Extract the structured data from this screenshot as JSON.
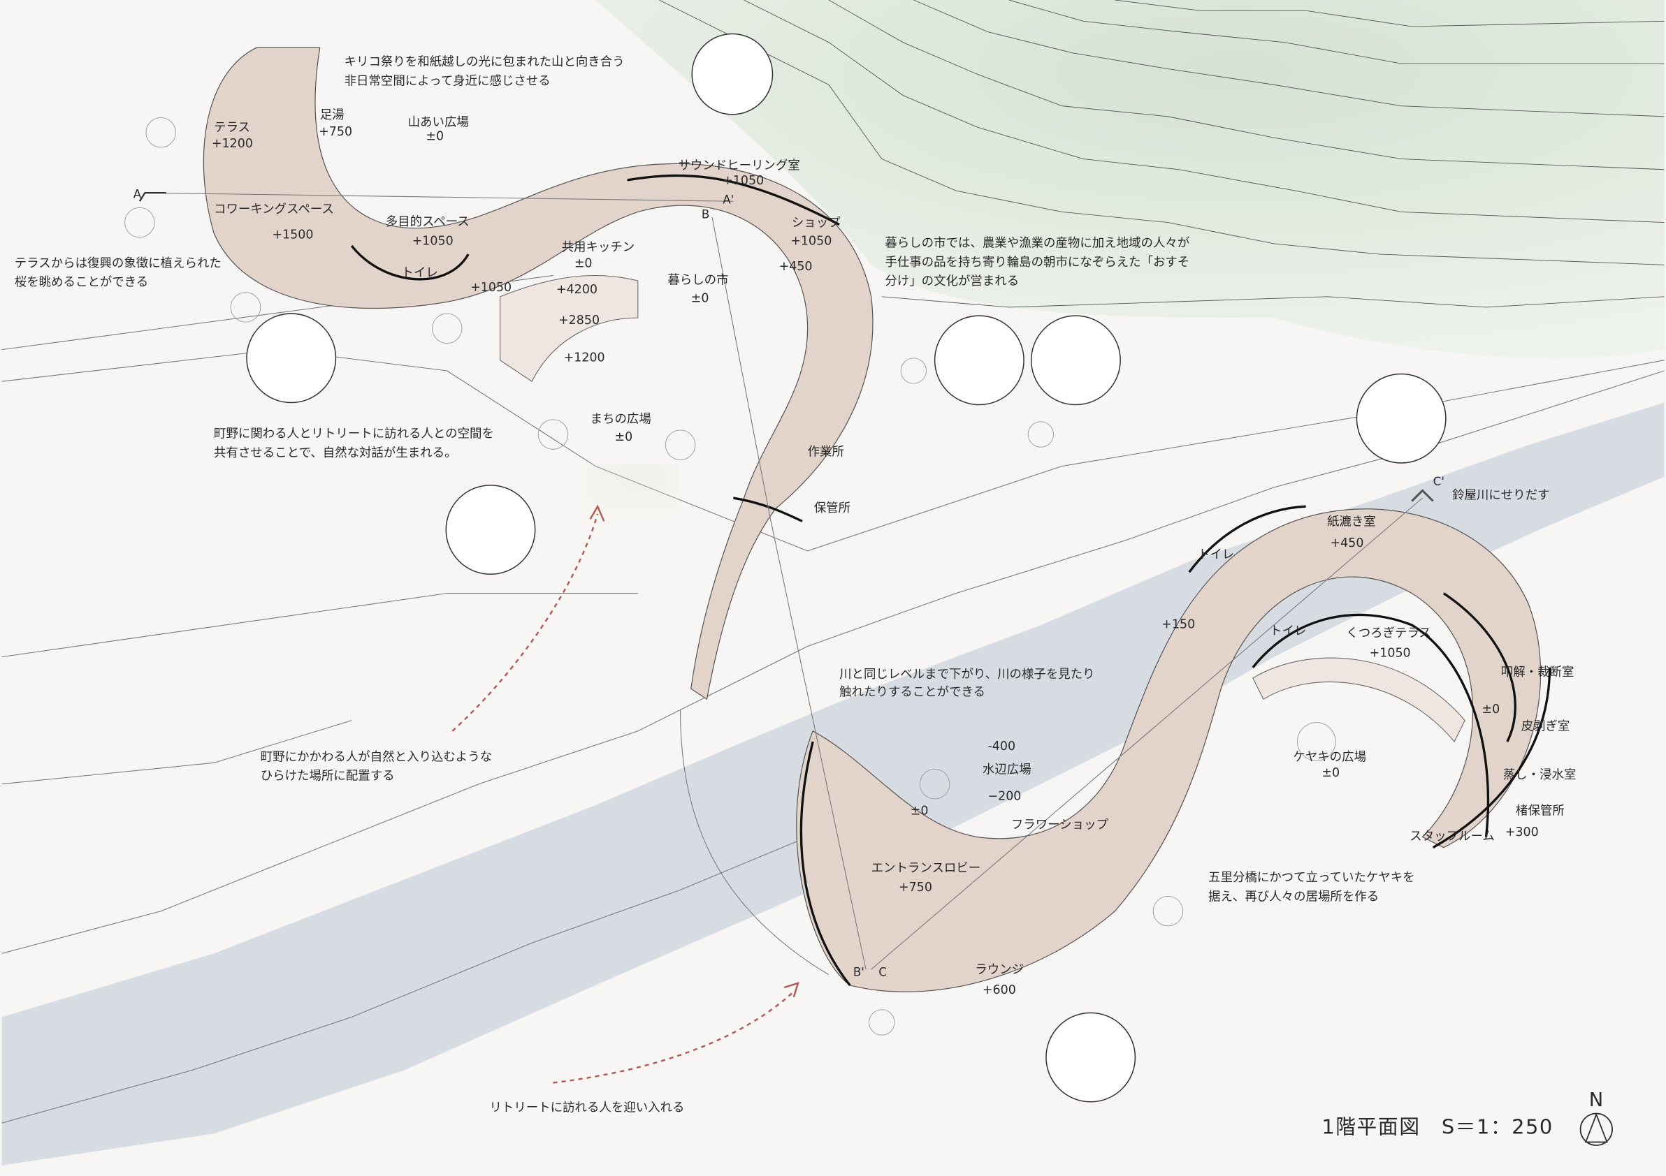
{
  "title": "1階平面図　S＝1：250",
  "north": "N",
  "section_marks": {
    "a": "A",
    "a_prime": "A'",
    "b": "B",
    "b_prime": "B'",
    "c": "C",
    "c_prime": "C'"
  },
  "notes": {
    "kiriko_1": "キリコ祭りを和紙越しの光に包まれた山と向き合う",
    "kiriko_2": "非日常空間によって身近に感じさせる",
    "terrace_1": "テラスからは復興の象徴に植えられた",
    "terrace_2": "桜を眺めることができる",
    "market_1": "暮らしの市では、農業や漁業の産物に加え地域の人々が",
    "market_2": "手仕事の品を持ち寄り輪島の朝市になぞらえた「おすそ",
    "market_3": "分け」の文化が営まれる",
    "share_1": "町野に関わる人とリトリートに訪れる人との空間を",
    "share_2": "共有させることで、自然な対話が生まれる。",
    "river_1": "川と同じレベルまで下がり、川の様子を見たり",
    "river_2": "触れたりすることができる",
    "open_1": "町野にかかわる人が自然と入り込むような",
    "open_2": "ひらけた場所に配置する",
    "keyaki_1": "五里分橋にかつて立っていたケヤキを",
    "keyaki_2": "据え、再び人々の居場所を作る",
    "retreat": "リトリートに訪れる人を迎い入れる",
    "suzuya": "鈴屋川にせりだす"
  },
  "rooms": [
    {
      "name": "テラス",
      "level": "+1200"
    },
    {
      "name": "足湯",
      "level": "+750"
    },
    {
      "name": "山あい広場",
      "level": "±0"
    },
    {
      "name": "サウンドヒーリング室",
      "level": "+1050"
    },
    {
      "name": "コワーキングスペース",
      "level": "+1500"
    },
    {
      "name": "多目的スペース",
      "level": "+1050"
    },
    {
      "name": "トイレ",
      "level": "+1050"
    },
    {
      "name": "共用キッチン",
      "level": "±0"
    },
    {
      "name": "暮らしの市",
      "level": "±0"
    },
    {
      "name": "ショップ",
      "level": "+1050"
    },
    {
      "name": "まちの広場",
      "level": "±0"
    },
    {
      "name": "作業所",
      "level": ""
    },
    {
      "name": "保管所",
      "level": ""
    },
    {
      "name": "紙漉き室",
      "level": "+450"
    },
    {
      "name": "トイレ",
      "level": "+150"
    },
    {
      "name": "トイレ",
      "level": ""
    },
    {
      "name": "くつろぎテラス",
      "level": "+1050"
    },
    {
      "name": "叩解・裁断室",
      "level": "±0"
    },
    {
      "name": "皮剥ぎ室",
      "level": ""
    },
    {
      "name": "ケヤキの広場",
      "level": "±0"
    },
    {
      "name": "蒸し・浸水室",
      "level": ""
    },
    {
      "name": "楮保管所",
      "level": "+300"
    },
    {
      "name": "スタッフルーム",
      "level": ""
    },
    {
      "name": "水辺広場",
      "level": "-400"
    },
    {
      "name": "フラワーショップ",
      "level": "±0"
    },
    {
      "name": "エントランスロビー",
      "level": "+750"
    },
    {
      "name": "ラウンジ",
      "level": "+600"
    }
  ],
  "extra_levels": {
    "shop_lower": "+450",
    "stair_4200": "+4200",
    "stair_2850": "+2850",
    "stair_1200": "+1200",
    "waterside_lower": "−200"
  },
  "colors": {
    "building": "#e2d3cb",
    "river": "#c9d0dc",
    "hill": "#dfe8dc",
    "arrow": "#b05a55"
  }
}
